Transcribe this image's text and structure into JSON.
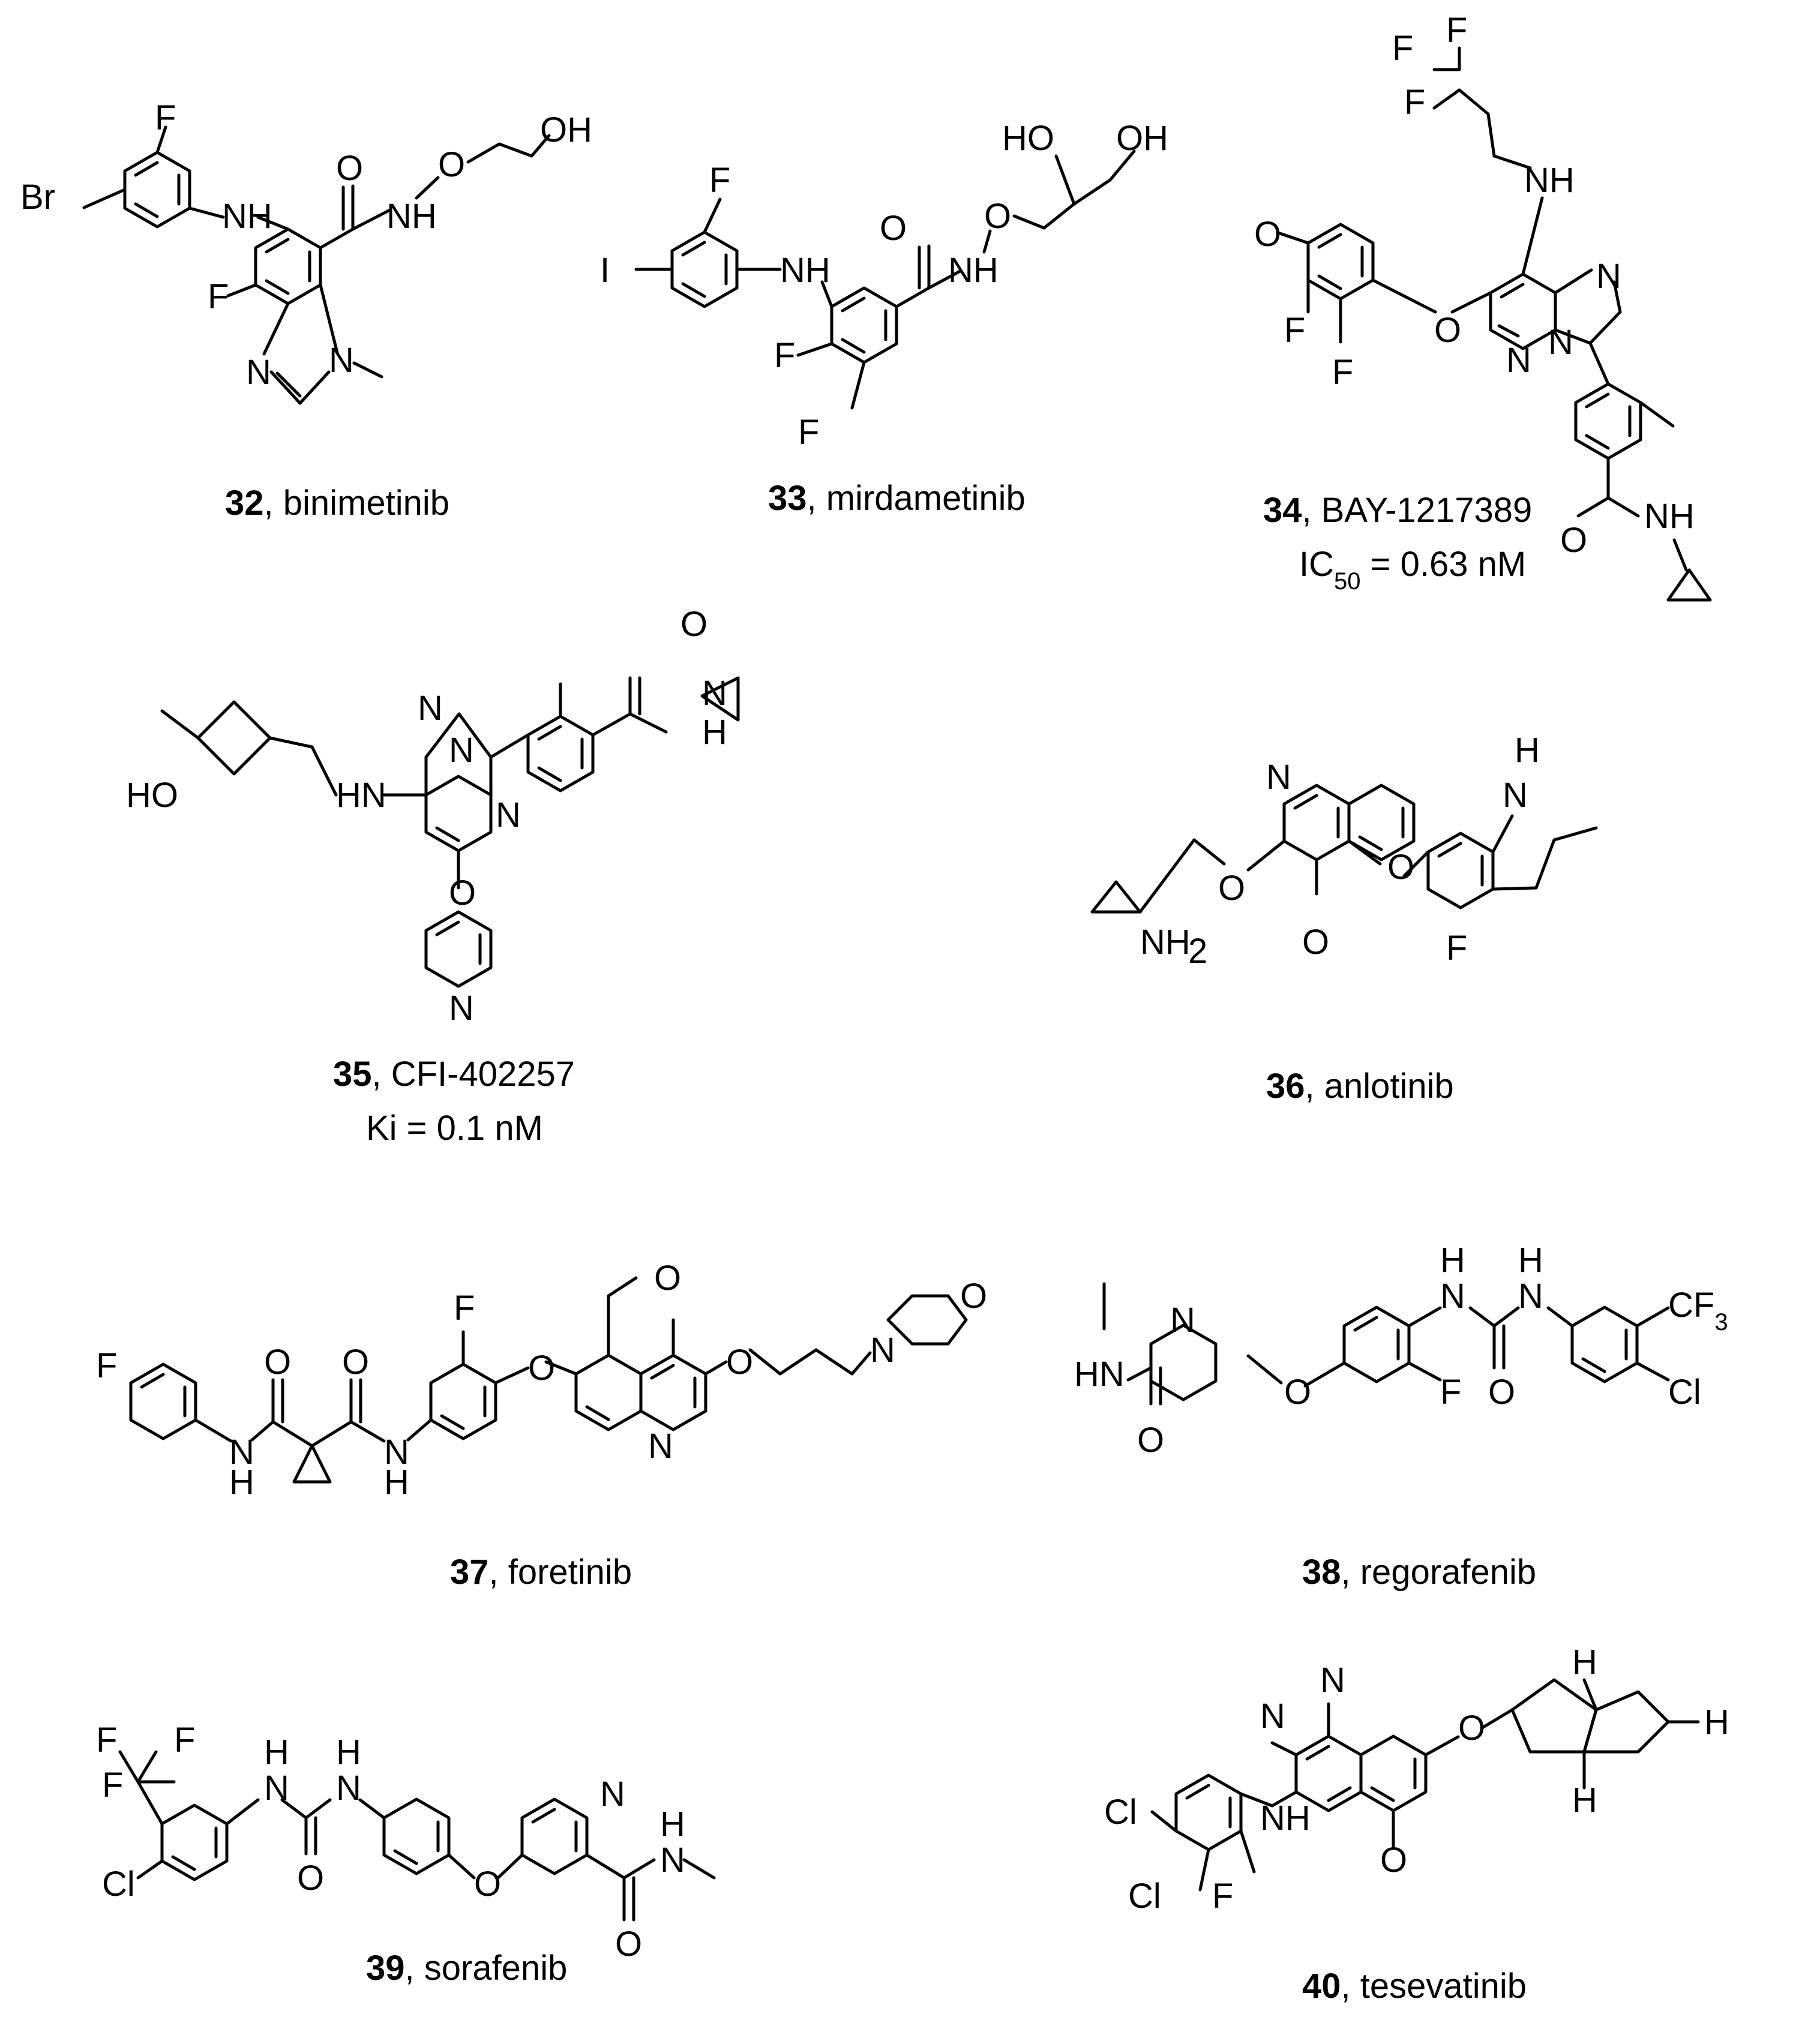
{
  "compounds": [
    {
      "number": "32",
      "name": ", binimetinib"
    },
    {
      "number": "33",
      "name": ", mirdametinib"
    },
    {
      "number": "34",
      "name": ", BAY-1217389",
      "activity": {
        "prefix": "IC",
        "sub": "50",
        "rest": " = 0.63 nM"
      }
    },
    {
      "number": "35",
      "name": ", CFI-402257",
      "activity": {
        "text": "Ki = 0.1 nM"
      }
    },
    {
      "number": "36",
      "name": ", anlotinib"
    },
    {
      "number": "37",
      "name": ", foretinib"
    },
    {
      "number": "38",
      "name": ", regorafenib"
    },
    {
      "number": "39",
      "name": ", sorafenib"
    },
    {
      "number": "40",
      "name": ", tesevatinib"
    }
  ],
  "atom_labels": {
    "c32": [
      "Br",
      "F",
      "NH",
      "O",
      "NH",
      "O",
      "OH",
      "F",
      "N",
      "N"
    ],
    "c33": [
      "I",
      "F",
      "NH",
      "O",
      "NH",
      "O",
      "HO",
      "OH",
      "F",
      "F"
    ],
    "c34": [
      "F",
      "F",
      "F",
      "NH",
      "O",
      "F",
      "F",
      "O",
      "N",
      "N",
      "N",
      "O",
      "NH"
    ],
    "c35": [
      "HO",
      "HN",
      "N",
      "N",
      "N",
      "O",
      "N",
      "O",
      "N",
      "H"
    ],
    "c36": [
      "N",
      "O",
      "H",
      "N",
      "O",
      "NH",
      "2",
      "O",
      "F"
    ],
    "c37": [
      "F",
      "O",
      "O",
      "N",
      "H",
      "N",
      "H",
      "F",
      "O",
      "O",
      "O",
      "N",
      "O",
      "N"
    ],
    "c38": [
      "HN",
      "N",
      "O",
      "O",
      "H",
      "N",
      "H",
      "N",
      "O",
      "F",
      "CF",
      "3",
      "Cl"
    ],
    "c39": [
      "F",
      "F",
      "F",
      "Cl",
      "H",
      "N",
      "H",
      "N",
      "O",
      "O",
      "N",
      "H",
      "N",
      "O"
    ],
    "c40": [
      "N",
      "N",
      "NH",
      "Cl",
      "Cl",
      "F",
      "O",
      "O",
      "H",
      "H",
      "H"
    ]
  }
}
